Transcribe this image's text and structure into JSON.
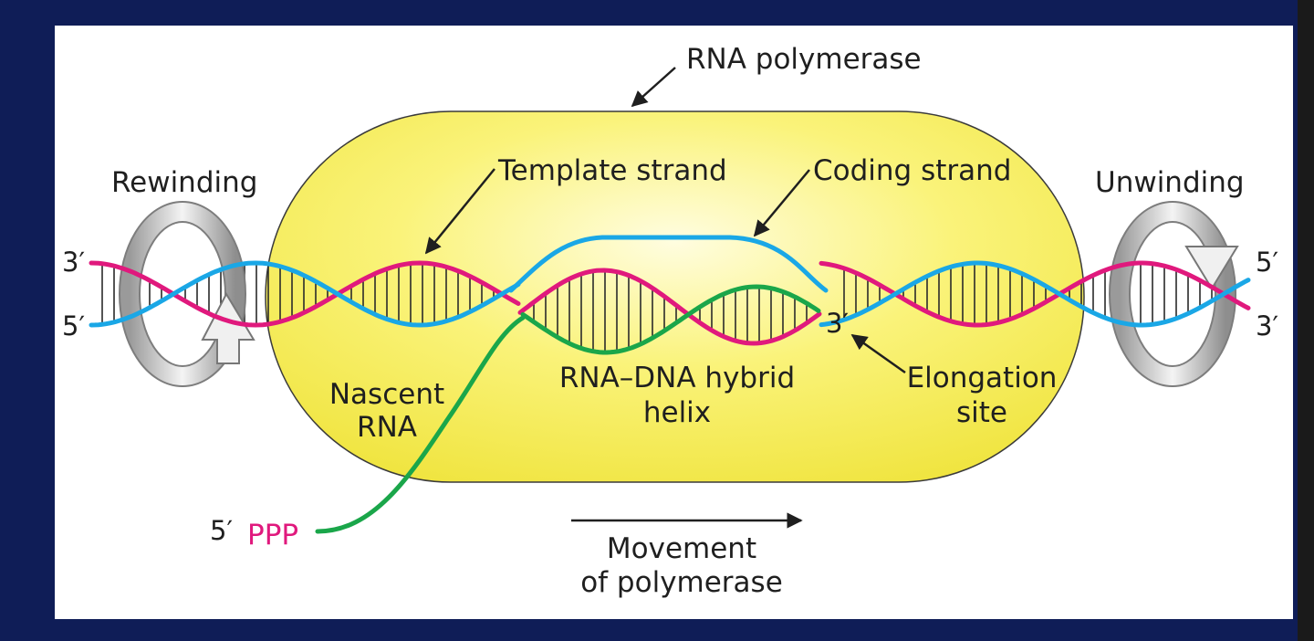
{
  "labels": {
    "rna_polymerase": "RNA polymerase",
    "rewinding": "Rewinding",
    "unwinding": "Unwinding",
    "template_strand": "Template strand",
    "coding_strand": "Coding strand",
    "nascent_line1": "Nascent",
    "nascent_line2": "RNA",
    "hybrid_line1": "RNA–DNA hybrid",
    "hybrid_line2": "helix",
    "elongation_line1": "Elongation",
    "elongation_line2": "site",
    "movement_line1": "Movement",
    "movement_line2": "of polymerase",
    "left_top_end": "3′",
    "left_bottom_end": "5′",
    "right_top_end": "5′",
    "right_bottom_end": "3′",
    "rna_3_end": "3′",
    "rna_5_end": "5′",
    "ppp": "PPP"
  },
  "colors": {
    "template_strand": "#e0197d",
    "coding_strand": "#1aa7e6",
    "rna": "#1aa64a",
    "polymerase_fill": "#f7ef55",
    "frame_background": "#0e1f5b"
  }
}
